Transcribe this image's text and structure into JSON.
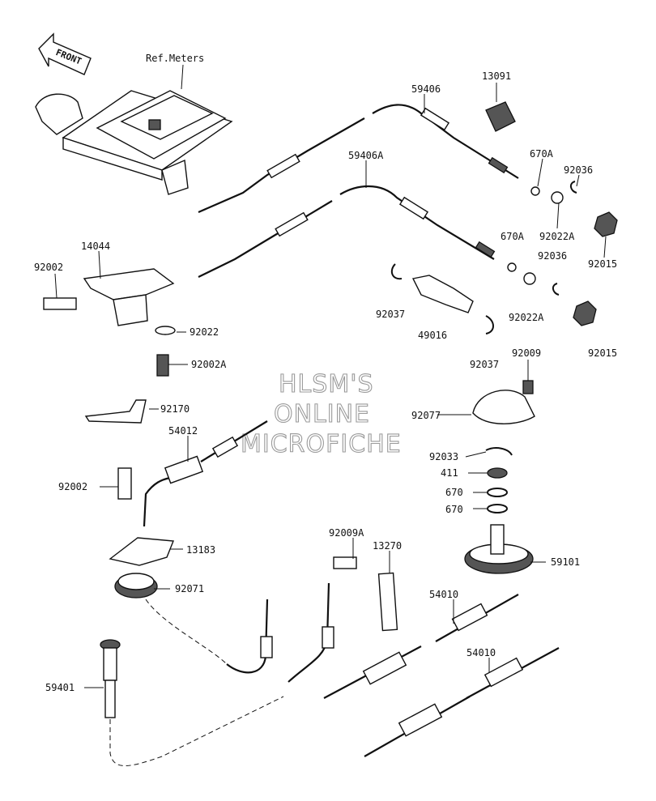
{
  "front_label": "FRONT",
  "watermark": [
    "HLSM'S",
    "ONLINE",
    "MICROFICHE"
  ],
  "labels": {
    "ref_meters": "Ref.Meters",
    "p59406": "59406",
    "p13091": "13091",
    "p670A_1": "670A",
    "p92036_1": "92036",
    "p59406A": "59406A",
    "p670A_2": "670A",
    "p92022A_1": "92022A",
    "p92015_1": "92015",
    "p14044": "14044",
    "p92002_1": "92002",
    "p92036_2": "92036",
    "p92022A_2": "92022A",
    "p92037_1": "92037",
    "p49016": "49016",
    "p92022": "92022",
    "p92015_2": "92015",
    "p92002A": "92002A",
    "p92037_2": "92037",
    "p92009": "92009",
    "p92170": "92170",
    "p92077": "92077",
    "p54012": "54012",
    "p92033": "92033",
    "p411": "411",
    "p670_1": "670",
    "p670_2": "670",
    "p92002_2": "92002",
    "p92009A": "92009A",
    "p13270": "13270",
    "p13183": "13183",
    "p59101": "59101",
    "p92071": "92071",
    "p54010_1": "54010",
    "p54010_2": "54010",
    "p59401": "59401"
  }
}
